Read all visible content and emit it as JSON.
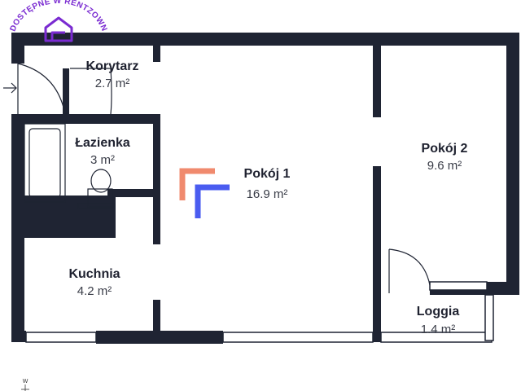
{
  "badge": {
    "text": "DOSTĘPNE W RENTZOWN",
    "icon": "house-icon",
    "color": "#7a2bd1"
  },
  "rooms": [
    {
      "id": "korytarz",
      "name": "Korytarz",
      "area": "2.7 m²"
    },
    {
      "id": "lazienka",
      "name": "Łazienka",
      "area": "3 m²"
    },
    {
      "id": "pokoj-1",
      "name": "Pokój 1",
      "area": "16.9 m²"
    },
    {
      "id": "pokoj-2",
      "name": "Pokój 2",
      "area": "9.6 m²"
    },
    {
      "id": "kuchnia",
      "name": "Kuchnia",
      "area": "4.2 m²"
    },
    {
      "id": "loggia",
      "name": "Loggia",
      "area": "1.4 m²"
    }
  ],
  "compass": {
    "label": "W"
  },
  "colors": {
    "wall": "#1f2433",
    "window": "#ffffff",
    "logo_orange": "#f08a6e",
    "logo_blue": "#4a5cf0"
  }
}
